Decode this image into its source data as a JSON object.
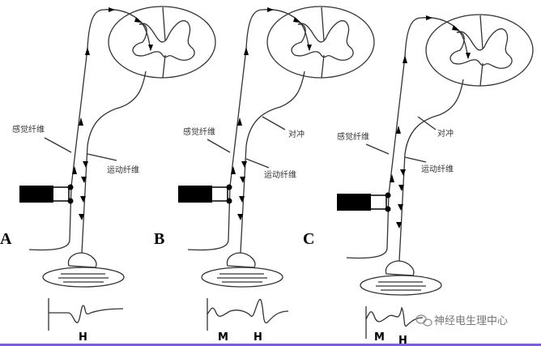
{
  "panels": [
    {
      "letter": "A",
      "sensory_label": "感觉纤维",
      "motor_label": "运动纤维",
      "collision_label": "",
      "waves": [
        "H"
      ]
    },
    {
      "letter": "B",
      "sensory_label": "感觉纤维",
      "motor_label": "运动纤维",
      "collision_label": "对冲",
      "waves": [
        "M",
        "H"
      ]
    },
    {
      "letter": "C",
      "sensory_label": "感觉纤维",
      "motor_label": "运动纤维",
      "collision_label": "对冲",
      "waves": [
        "M",
        "H"
      ]
    }
  ],
  "watermark": {
    "text": "神经电生理中心",
    "icon": "wechat-icon"
  },
  "colors": {
    "stroke": "#333333",
    "border": "#7b5fd6"
  }
}
